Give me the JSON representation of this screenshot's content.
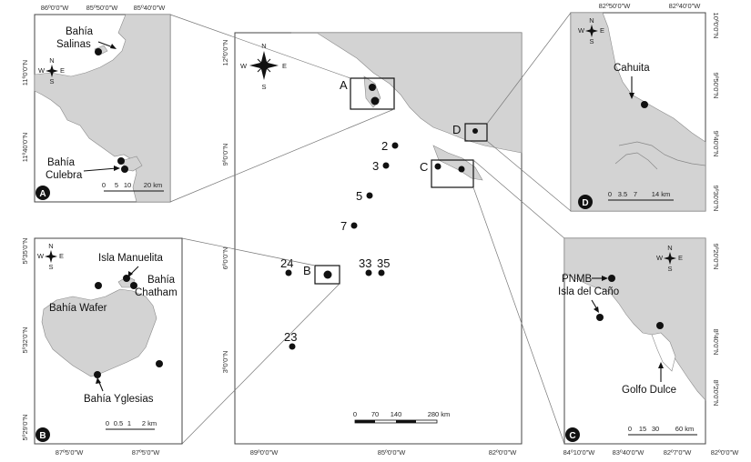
{
  "main_map": {
    "x_ticks": [
      "89º0'0\"W",
      "85º0'0\"W",
      "82º0'0\"W"
    ],
    "y_ticks": [
      "12º0'0\"N",
      "9º0'0\"N",
      "6º0'0\"N",
      "3º0'0\"N"
    ],
    "box_labels": [
      "A",
      "B",
      "C",
      "D"
    ],
    "site_labels": [
      "2",
      "3",
      "5",
      "7",
      "24",
      "33",
      "35",
      "23"
    ],
    "scale_labels": [
      "0",
      "70",
      "140",
      "280 km"
    ],
    "compass": {
      "n": "N",
      "s": "S",
      "e": "E",
      "w": "W"
    }
  },
  "inset_a": {
    "badge": "A",
    "x_ticks": [
      "86º0'0\"W",
      "85º50'0\"W",
      "85º40'0\"W"
    ],
    "y_ticks": [
      "11º0'0\"N",
      "11º40'0\"N"
    ],
    "place_1_line1": "Bahía",
    "place_1_line2": "Salinas",
    "place_2_line1": "Bahía",
    "place_2_line2": "Culebra",
    "scale_labels": [
      "0",
      "5",
      "10",
      "20 km"
    ]
  },
  "inset_b": {
    "badge": "B",
    "x_ticks": [
      "87º5'0\"W",
      "87º5'0\"W"
    ],
    "y_ticks": [
      "5º35'0\"N",
      "5º32'0\"N",
      "5º29'0\"N"
    ],
    "place_1": "Isla Manuelita",
    "place_2_line1": "Bahía",
    "place_2_line2": "Chatham",
    "place_3": "Bahía Wafer",
    "place_4": "Bahía Yglesias",
    "scale_labels": [
      "0",
      "0.5",
      "1",
      "2 km"
    ]
  },
  "inset_c": {
    "badge": "C",
    "x_ticks": [
      "84º10'0\"W",
      "83º40'0\"W",
      "82º7'0\"W",
      "82º0'0\"W"
    ],
    "y_ticks": [
      "9º20'0\"N",
      "8º40'0\"N",
      "8º20'0\"N"
    ],
    "place_1": "PNMB",
    "place_2": "Isla del Caño",
    "place_3": "Golfo Dulce",
    "scale_labels": [
      "0",
      "15",
      "30",
      "60 km"
    ]
  },
  "inset_d": {
    "badge": "D",
    "x_ticks": [
      "82º50'0\"W",
      "82º40'0\"W"
    ],
    "y_ticks": [
      "10º0'0\"N",
      "9º50'0\"N",
      "9º40'0\"N",
      "9º30'0\"N"
    ],
    "place_1": "Cahuita",
    "scale_labels": [
      "0",
      "3.5",
      "7",
      "14 km"
    ]
  }
}
